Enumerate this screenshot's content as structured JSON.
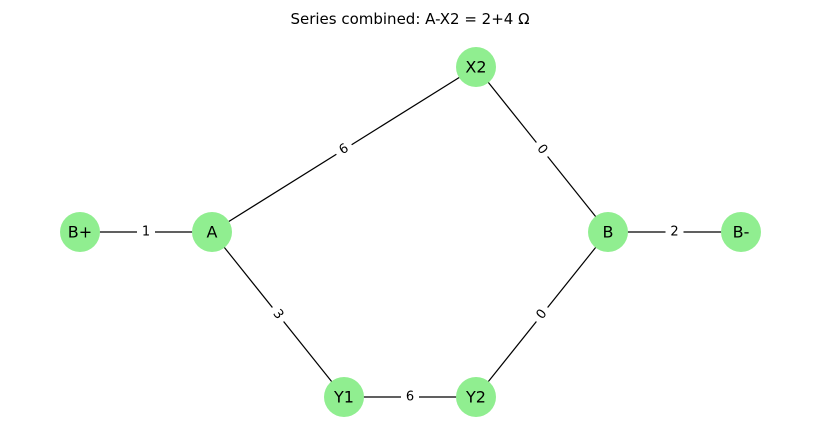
{
  "title": "Series combined: A-X2 = 2+4 Ω",
  "colors": {
    "node_fill": "#90ee90",
    "edge": "#000000",
    "background": "#ffffff"
  },
  "nodes": [
    {
      "id": "B+",
      "label": "B+"
    },
    {
      "id": "A",
      "label": "A"
    },
    {
      "id": "X2",
      "label": "X2"
    },
    {
      "id": "B",
      "label": "B"
    },
    {
      "id": "B-",
      "label": "B-"
    },
    {
      "id": "Y1",
      "label": "Y1"
    },
    {
      "id": "Y2",
      "label": "Y2"
    }
  ],
  "edges": [
    {
      "source": "B+",
      "target": "A",
      "label": "1"
    },
    {
      "source": "A",
      "target": "X2",
      "label": "6"
    },
    {
      "source": "X2",
      "target": "B",
      "label": "0"
    },
    {
      "source": "B",
      "target": "B-",
      "label": "2"
    },
    {
      "source": "A",
      "target": "Y1",
      "label": "3"
    },
    {
      "source": "Y1",
      "target": "Y2",
      "label": "6"
    },
    {
      "source": "Y2",
      "target": "B",
      "label": "0"
    }
  ]
}
